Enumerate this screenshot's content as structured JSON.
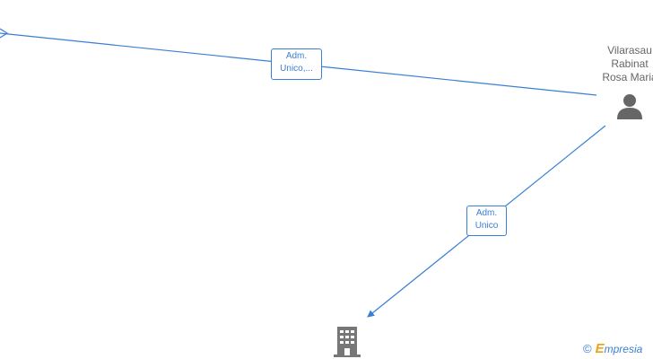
{
  "nodes": {
    "person": {
      "name_lines": [
        "Vilarasau",
        "Rabinat",
        "Rosa Maria"
      ],
      "icon": "person-icon",
      "icon_color": "#666666"
    },
    "company": {
      "icon": "building-icon",
      "icon_color": "#777777"
    }
  },
  "edges": [
    {
      "label_lines": [
        "Adm.",
        "Unico,..."
      ]
    },
    {
      "label_lines": [
        "Adm.",
        "Unico"
      ]
    }
  ],
  "watermark": {
    "copyright_symbol": "©",
    "brand_initial": "E",
    "brand_rest": "mpresia"
  },
  "colors": {
    "edge": "#3a7fd5",
    "brand_accent": "#e8a317"
  }
}
